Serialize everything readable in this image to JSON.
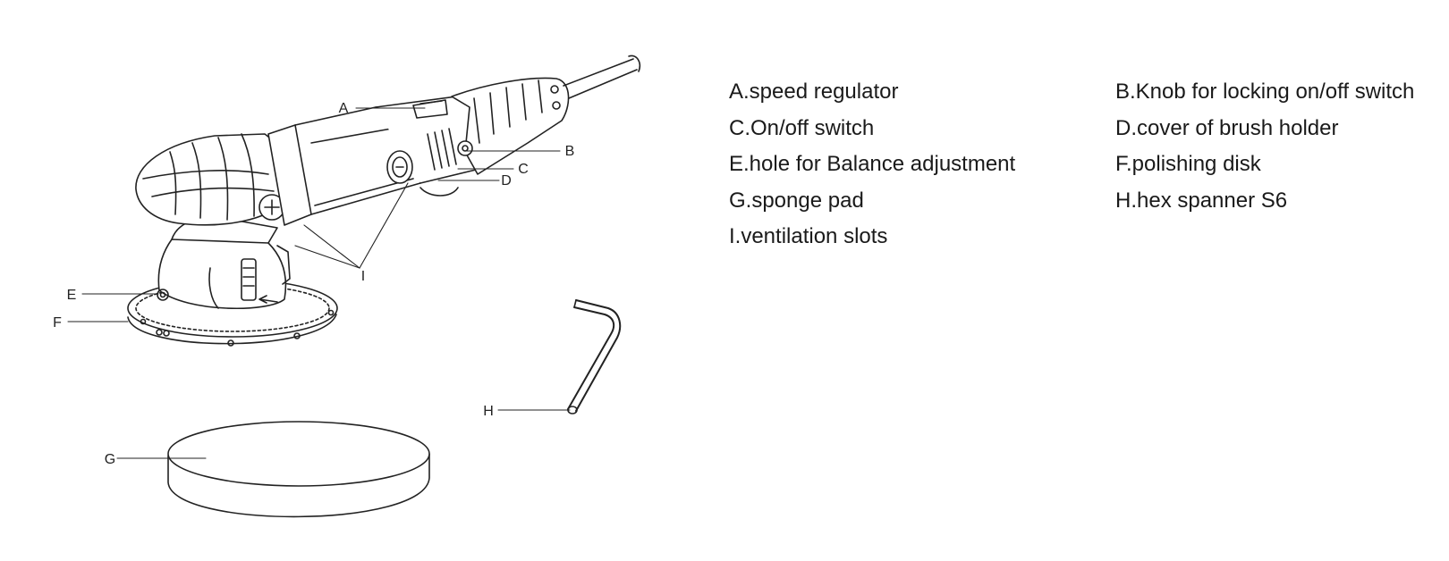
{
  "callouts": {
    "A": "A",
    "B": "B",
    "C": "C",
    "D": "D",
    "E": "E",
    "F": "F",
    "G": "G",
    "H": "H",
    "I": "I"
  },
  "legend": {
    "a": "A.speed regulator",
    "b": "B.Knob for locking on/off switch",
    "c": "C.On/off switch",
    "d": "D.cover of brush holder",
    "e": "E.hole for Balance adjustment",
    "f": "F.polishing disk",
    "g": "G.sponge pad",
    "h": "H.hex spanner S6",
    "i": "I.ventilation slots"
  }
}
